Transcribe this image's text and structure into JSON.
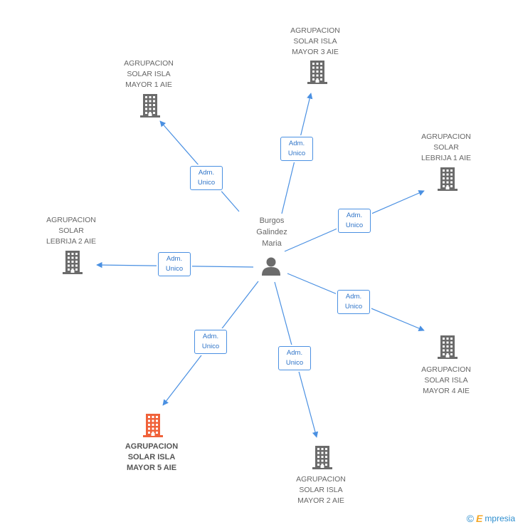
{
  "center": {
    "name_lines": [
      "Burgos",
      "Galindez",
      "Maria"
    ],
    "icon": "person-icon"
  },
  "companies": [
    {
      "id": "mayor3",
      "lines": [
        "AGRUPACION",
        "SOLAR ISLA",
        "MAYOR 3 AIE"
      ],
      "highlight": false
    },
    {
      "id": "mayor1",
      "lines": [
        "AGRUPACION",
        "SOLAR ISLA",
        "MAYOR 1 AIE"
      ],
      "highlight": false
    },
    {
      "id": "lebrija1",
      "lines": [
        "AGRUPACION",
        "SOLAR",
        "LEBRIJA 1 AIE"
      ],
      "highlight": false
    },
    {
      "id": "lebrija2",
      "lines": [
        "AGRUPACION",
        "SOLAR",
        "LEBRIJA 2 AIE"
      ],
      "highlight": false
    },
    {
      "id": "mayor4",
      "lines": [
        "AGRUPACION",
        "SOLAR ISLA",
        "MAYOR 4 AIE"
      ],
      "highlight": false
    },
    {
      "id": "mayor5",
      "lines": [
        "AGRUPACION",
        "SOLAR ISLA",
        "MAYOR 5 AIE"
      ],
      "highlight": true
    },
    {
      "id": "mayor2",
      "lines": [
        "AGRUPACION",
        "SOLAR ISLA",
        "MAYOR 2 AIE"
      ],
      "highlight": false
    }
  ],
  "edges": [
    {
      "to": "mayor3",
      "label_lines": [
        "Adm.",
        "Unico"
      ]
    },
    {
      "to": "mayor1",
      "label_lines": [
        "Adm.",
        "Unico"
      ]
    },
    {
      "to": "lebrija1",
      "label_lines": [
        "Adm.",
        "Unico"
      ]
    },
    {
      "to": "lebrija2",
      "label_lines": [
        "Adm.",
        "Unico"
      ]
    },
    {
      "to": "mayor4",
      "label_lines": [
        "Adm.",
        "Unico"
      ]
    },
    {
      "to": "mayor5",
      "label_lines": [
        "Adm.",
        "Unico"
      ]
    },
    {
      "to": "mayor2",
      "label_lines": [
        "Adm.",
        "Unico"
      ]
    }
  ],
  "colors": {
    "edge": "#4a90e2",
    "building": "#6b6b6b",
    "building_highlight": "#f0623a",
    "person": "#6b6b6b"
  },
  "footer": {
    "copyright": "©",
    "brand_first": "E",
    "brand_rest": "mpresia"
  }
}
